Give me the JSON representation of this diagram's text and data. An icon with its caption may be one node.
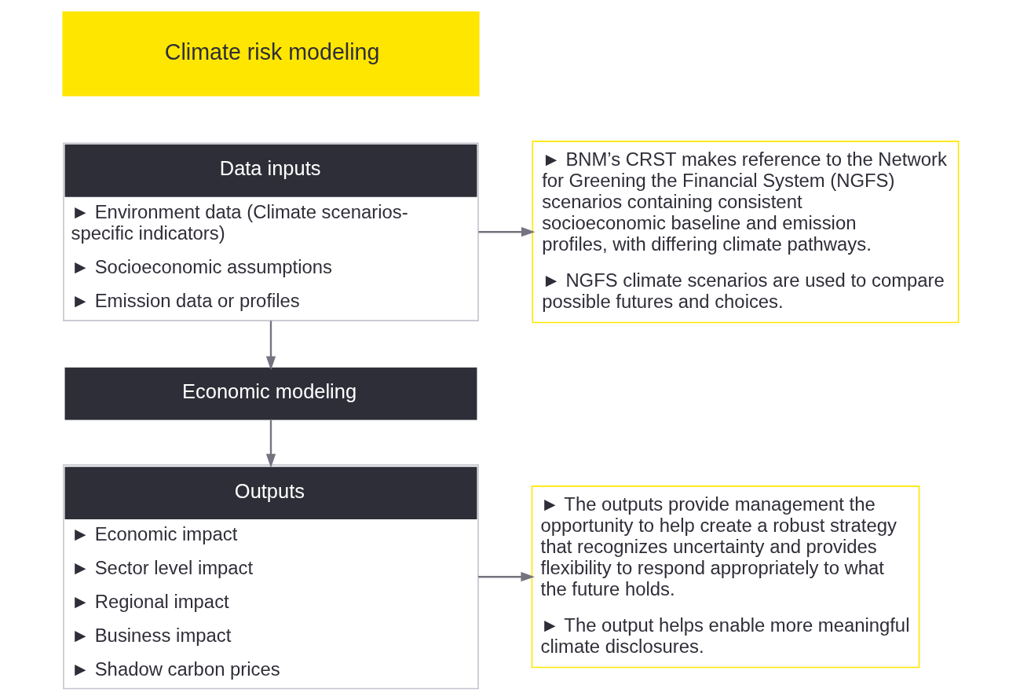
{
  "diagram": {
    "nodes": [
      {
        "text": [
          "Climate risk modeling"
        ]
      },
      {
        "text": [
          "Data inputs",
          "► Environment data (Climate scenarios-specific indicators)",
          "► Socioeconomic assumptions",
          "► Emission data or profiles"
        ]
      },
      {
        "text": [
          "► BNM’s CRST makes reference to the Network for Greening the Financial System (NGFS) scenarios containing consistent socioeconomic baseline and emission profiles, with differing climate pathways.",
          "► NGFS climate scenarios are used to compare possible futures and choices."
        ]
      },
      {
        "text": [
          "Economic modeling"
        ]
      },
      {
        "text": [
          "Outputs",
          "► Economic impact",
          "► Sector level impact",
          "► Regional impact",
          "► Business impact",
          "► Shadow carbon prices"
        ]
      },
      {
        "text": [
          "► The outputs provide management the opportunity to help create a robust strategy that recognizes uncertainty and provides flexibility to respond appropriately to what the future holds.",
          "► The output helps enable more meaningful climate disclosures."
        ]
      }
    ],
    "edges": [
      {
        "from": 1,
        "to": 2,
        "arrow": "to"
      },
      {
        "from": 1,
        "to": 3,
        "arrow": "to"
      },
      {
        "from": 3,
        "to": 4,
        "arrow": "to"
      },
      {
        "from": 4,
        "to": 5,
        "arrow": "to"
      }
    ]
  }
}
